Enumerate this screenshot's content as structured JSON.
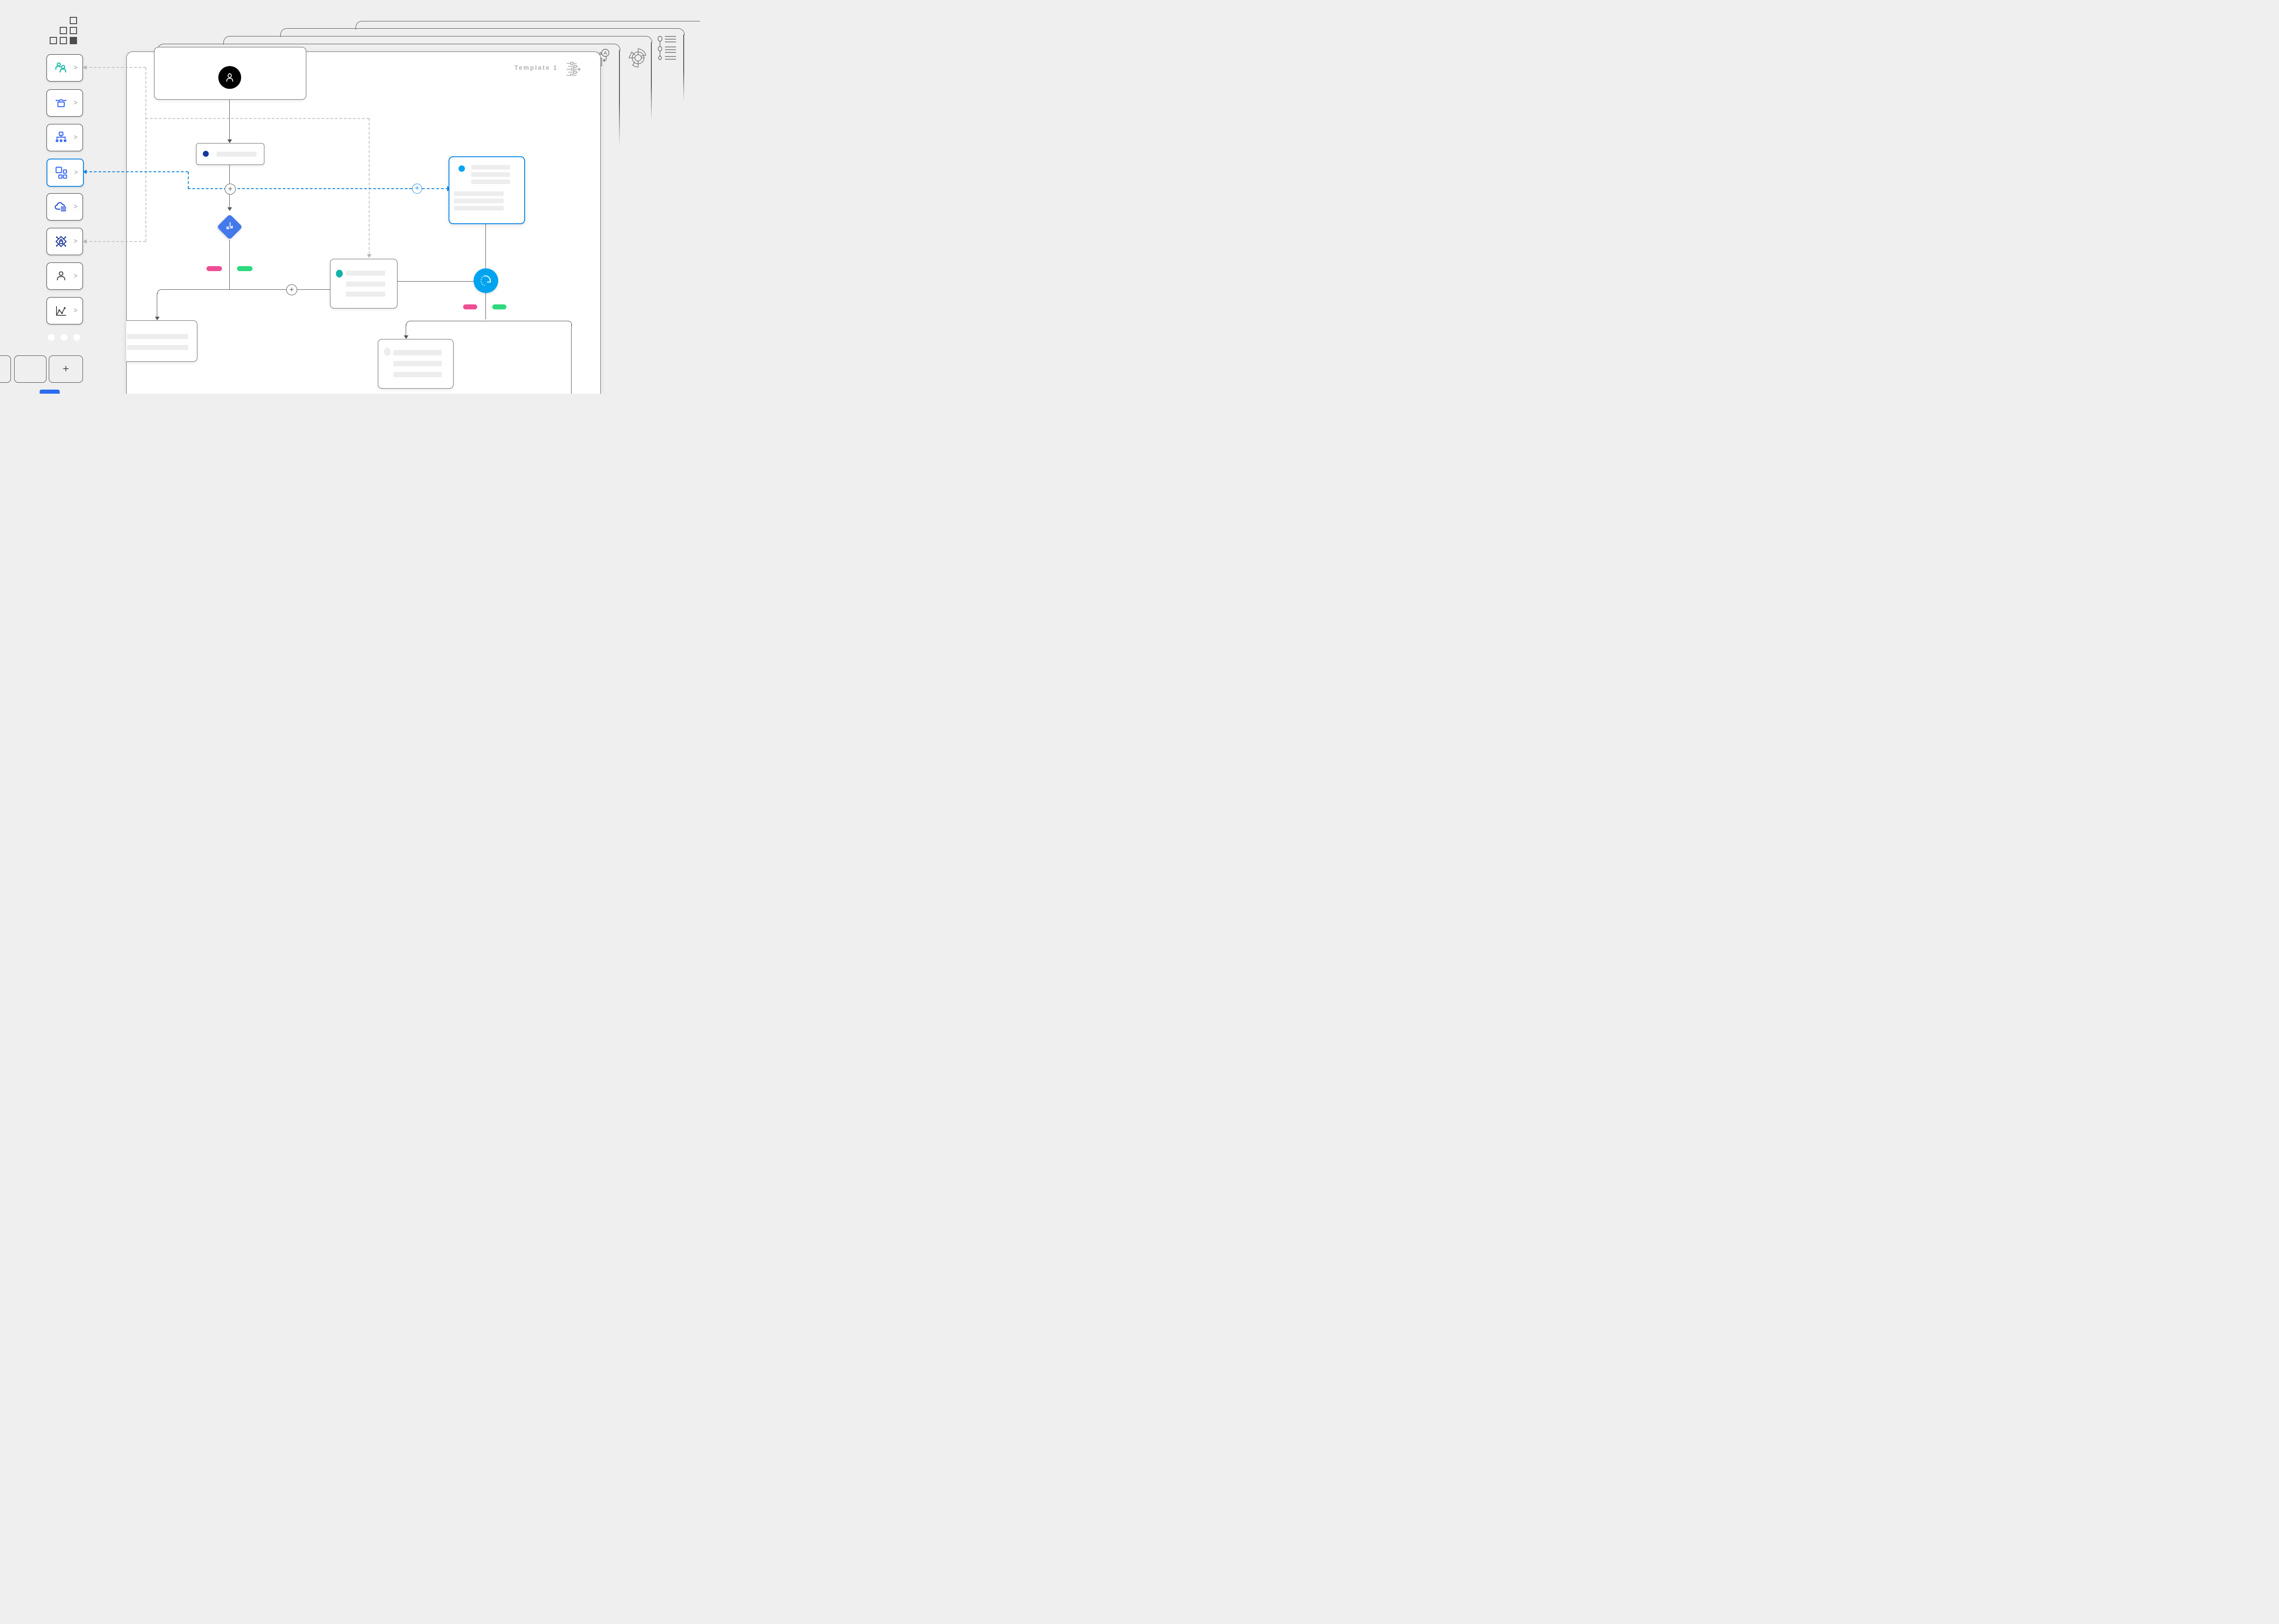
{
  "app": {
    "background": "#efefef"
  },
  "logo": {
    "icon": "squares-grid-logo"
  },
  "sidebar": {
    "items": [
      {
        "id": "people",
        "icon": "people-icon",
        "color": "#14b8a6",
        "selected": false,
        "chevron": ">"
      },
      {
        "id": "bot-security",
        "icon": "bot-lock-icon",
        "color": "#3d6bf3",
        "selected": false,
        "chevron": ">"
      },
      {
        "id": "org-chart",
        "icon": "org-chart-icon",
        "color": "#3d6bf3",
        "selected": false,
        "chevron": ">"
      },
      {
        "id": "components",
        "icon": "components-icon",
        "color": "#3d6bf3",
        "selected": true,
        "chevron": ">"
      },
      {
        "id": "cloud-services",
        "icon": "cloud-list-icon",
        "color": "#1d49cf",
        "selected": false,
        "chevron": ">"
      },
      {
        "id": "security",
        "icon": "security-lock-icon",
        "color": "#16339b",
        "selected": false,
        "chevron": ">"
      },
      {
        "id": "user",
        "icon": "user-icon",
        "color": "#555555",
        "selected": false,
        "chevron": ">"
      },
      {
        "id": "analytics",
        "icon": "chart-line-icon",
        "color": "#555555",
        "selected": false,
        "chevron": ">"
      }
    ],
    "pagination": {
      "dots": 3
    }
  },
  "bottom_bar": {
    "boxes": [
      {
        "label": ""
      },
      {
        "label": ""
      },
      {
        "label": "+"
      }
    ]
  },
  "canvas": {
    "template_label": "Template 1",
    "settings_icon": "sliders-arrow-icon"
  },
  "background_sheets": {
    "count": 4,
    "icons": [
      "ab-swap-icon",
      "donut-segments-icon",
      "version-list-icon"
    ]
  },
  "flow": {
    "plus_label": "+",
    "start_node": {
      "icon": "person-icon",
      "shape": "black-circle"
    },
    "decision_node": {
      "icon": "branch-icon",
      "color": "#4379eb"
    },
    "loop_node": {
      "icon": "refresh-icon",
      "color": "#00a4ee"
    },
    "cards": [
      {
        "id": "task-card-navy-dot",
        "dot_color": "#14399e"
      },
      {
        "id": "detail-card-blue",
        "dot_color": "#0ba4f2",
        "border": "#1088e8"
      },
      {
        "id": "task-card-teal-dot",
        "dot_color": "#13b3ab"
      },
      {
        "id": "task-card-gray-dot",
        "dot_color": "#ededed"
      },
      {
        "id": "task-card-left-clipped"
      }
    ],
    "pill_colors": {
      "pink": "#ee4e93",
      "green": "#2ed97d"
    }
  },
  "ab_icon": {
    "a": "A",
    "b": "B"
  }
}
